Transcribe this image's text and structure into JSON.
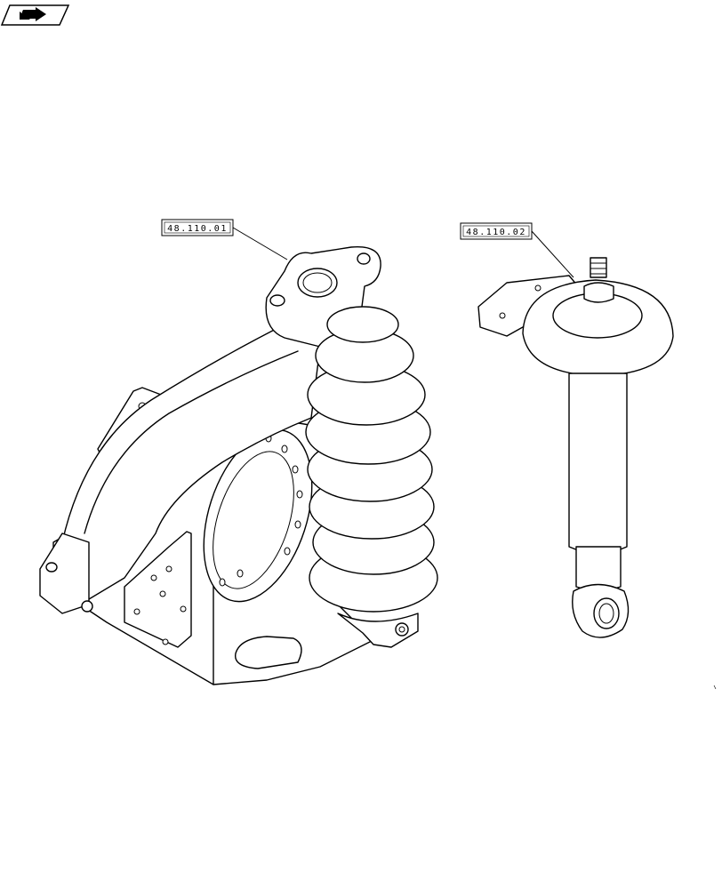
{
  "colors": {
    "line": "#000000",
    "background": "#ffffff"
  },
  "nav_icon": "forward-arrow-page-icon",
  "callouts": [
    {
      "id": "callout-1",
      "label": "48.110.01"
    },
    {
      "id": "callout-2",
      "label": "48.110.02"
    }
  ]
}
